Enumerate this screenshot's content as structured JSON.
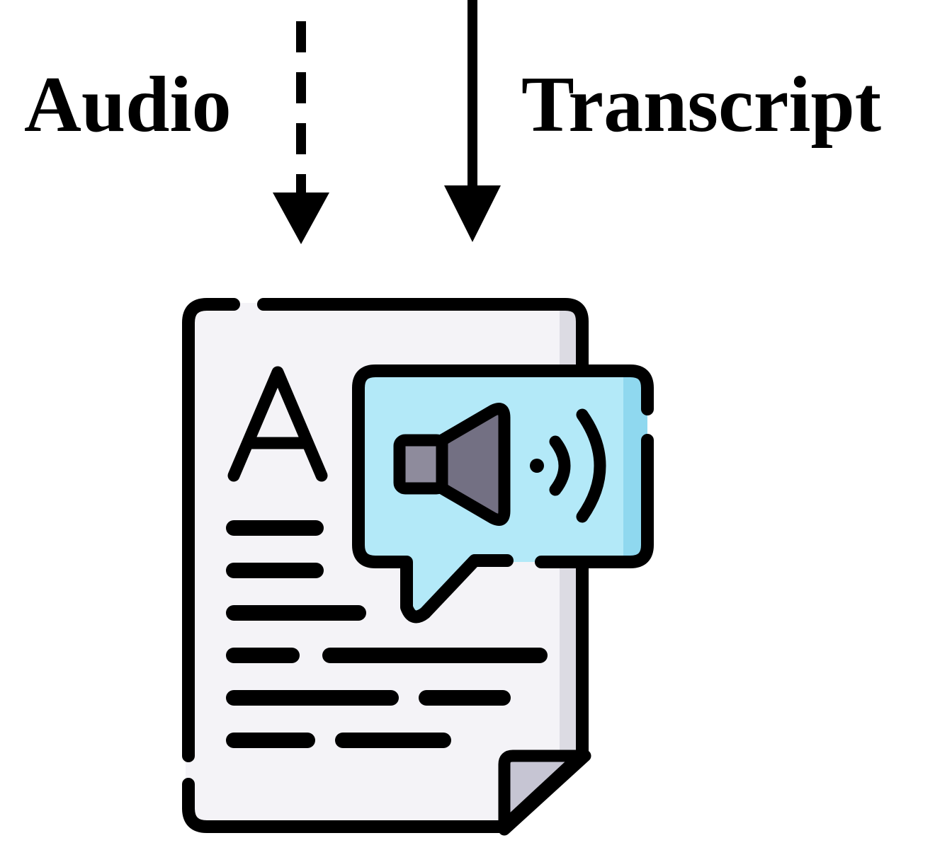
{
  "labels": {
    "audio": "Audio",
    "transcript": "Transcript"
  },
  "arrows": [
    {
      "from": "audio",
      "style": "dashed",
      "direction": "down"
    },
    {
      "from": "transcript",
      "style": "solid",
      "direction": "down"
    }
  ],
  "icon": {
    "name": "audio-transcript-document-icon",
    "letter": "A"
  },
  "colors": {
    "stroke": "#000000",
    "page_fill": "#f4f3f7",
    "page_shadow": "#dcdbe3",
    "fold_fill": "#c6c5d3",
    "bubble_fill": "#b3e9f8",
    "bubble_shadow": "#8fd8ef",
    "speaker_body": "#737083",
    "speaker_back": "#8e8b9c"
  }
}
